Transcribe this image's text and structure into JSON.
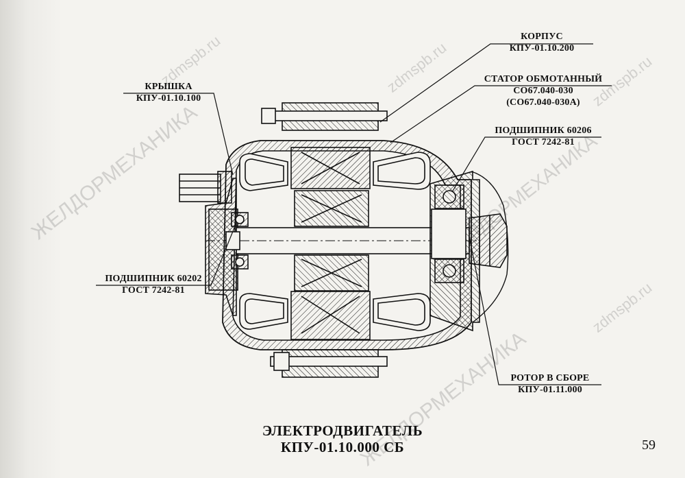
{
  "callouts": {
    "korpus": {
      "name": "КОРПУС",
      "code": "КПУ-01.10.200"
    },
    "stator": {
      "name": "СТАТОР ОБМОТАННЫЙ",
      "code": "СО67.040-030",
      "alt": "(СО67.040-030А)"
    },
    "bearing_60206": {
      "name": "ПОДШИПНИК 60206",
      "code": "ГОСТ 7242-81"
    },
    "kryshka": {
      "name": "КРЫШКА",
      "code": "КПУ-01.10.100"
    },
    "bearing_60202": {
      "name": "ПОДШИПНИК 60202",
      "code": "ГОСТ 7242-81"
    },
    "rotor": {
      "name": "РОТОР В СБОРЕ",
      "code": "КПУ-01.11.000"
    }
  },
  "title": {
    "line1": "ЭЛЕКТРОДВИГАТЕЛЬ",
    "line2": "КПУ-01.10.000 СБ"
  },
  "page_number": "59",
  "watermarks": {
    "site": "zdmspb.ru",
    "brand": "ЖЕЛДОРМЕХАНИКА"
  },
  "colors": {
    "ink": "#111111",
    "paper": "#f3f2ee",
    "watermark": "#9a9a9a"
  }
}
